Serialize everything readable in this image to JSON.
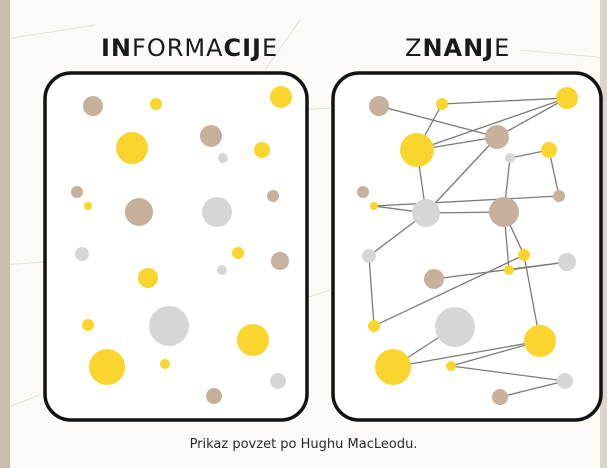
{
  "titles": {
    "left": [
      {
        "text": "IN",
        "bold": true
      },
      {
        "text": "FORMA",
        "bold": false
      },
      {
        "text": "CIJ",
        "bold": true
      },
      {
        "text": "E",
        "bold": false
      }
    ],
    "right": [
      {
        "text": "Z",
        "bold": false
      },
      {
        "text": "NANJ",
        "bold": true
      },
      {
        "text": "E",
        "bold": false
      }
    ]
  },
  "caption": "Prikaz povzet po Hughu MacLeodu.",
  "colors": {
    "yellow": "#f9d52e",
    "brown": "#c7b09c",
    "gray": "#d6d6d6",
    "frame": "#111111",
    "edge": "#7a7a7a",
    "background": "#fbfaf6"
  },
  "panels": {
    "informacije": {
      "dots": [
        {
          "c": "brown"
        },
        {
          "c": "yellow"
        },
        {
          "c": "yellow"
        },
        {
          "c": "yellow"
        },
        {
          "c": "brown"
        },
        {
          "c": "yellow"
        },
        {
          "c": "gray"
        },
        {
          "c": "brown"
        },
        {
          "c": "yellow"
        },
        {
          "c": "brown"
        },
        {
          "c": "gray"
        },
        {
          "c": "brown"
        },
        {
          "c": "gray"
        },
        {
          "c": "yellow"
        },
        {
          "c": "gray"
        },
        {
          "c": "brown"
        },
        {
          "c": "yellow"
        },
        {
          "c": "yellow"
        },
        {
          "c": "gray"
        },
        {
          "c": "yellow"
        },
        {
          "c": "yellow"
        },
        {
          "c": "yellow"
        },
        {
          "c": "gray"
        },
        {
          "c": "brown"
        }
      ]
    },
    "znanje": {
      "nodes": [
        {
          "c": "brown"
        },
        {
          "c": "yellow"
        },
        {
          "c": "brown"
        },
        {
          "c": "yellow"
        },
        {
          "c": "yellow"
        },
        {
          "c": "yellow"
        },
        {
          "c": "gray"
        },
        {
          "c": "brown"
        },
        {
          "c": "yellow"
        },
        {
          "c": "gray"
        },
        {
          "c": "brown"
        },
        {
          "c": "brown"
        },
        {
          "c": "gray"
        },
        {
          "c": "yellow"
        },
        {
          "c": "yellow"
        },
        {
          "c": "gray"
        },
        {
          "c": "brown"
        },
        {
          "c": "yellow"
        },
        {
          "c": "gray"
        },
        {
          "c": "yellow"
        },
        {
          "c": "yellow"
        },
        {
          "c": "yellow"
        },
        {
          "c": "brown"
        },
        {
          "c": "gray"
        }
      ],
      "edges": [
        [
          0,
          2
        ],
        [
          1,
          3
        ],
        [
          1,
          4
        ],
        [
          3,
          4
        ],
        [
          4,
          2
        ],
        [
          3,
          2
        ],
        [
          5,
          6
        ],
        [
          5,
          7
        ],
        [
          8,
          7
        ],
        [
          8,
          9
        ],
        [
          3,
          9
        ],
        [
          2,
          9
        ],
        [
          9,
          10
        ],
        [
          9,
          12
        ],
        [
          10,
          13
        ],
        [
          10,
          14
        ],
        [
          14,
          15
        ],
        [
          15,
          16
        ],
        [
          12,
          17
        ],
        [
          17,
          13
        ],
        [
          13,
          19
        ],
        [
          20,
          19
        ],
        [
          19,
          21
        ],
        [
          20,
          23
        ],
        [
          22,
          23
        ],
        [
          6,
          10
        ],
        [
          21,
          18
        ]
      ]
    }
  }
}
